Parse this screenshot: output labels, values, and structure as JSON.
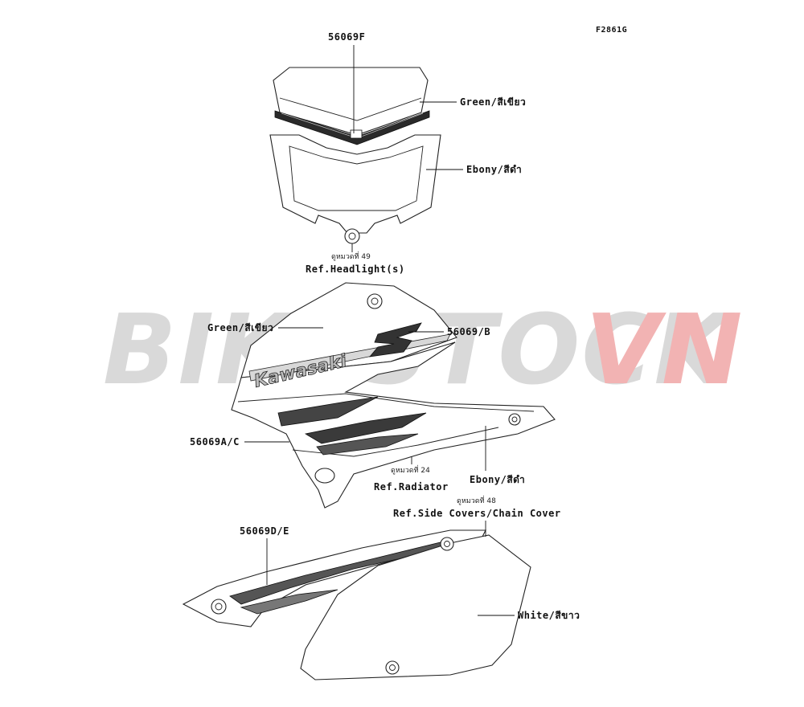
{
  "figure_code": "F2861G",
  "watermark": {
    "left": "BIKESTOCK",
    "right": "VN",
    "left_color": "#d9d9d9",
    "right_color": "#f2b3b3"
  },
  "headlight": {
    "part_no": "56069F",
    "green_label": "Green/สีเขียว",
    "ebony_label": "Ebony/สีดำ",
    "ref_thai": "ดูหมวดที่ 49",
    "ref": "Ref.Headlight(s)"
  },
  "radiator": {
    "green_label": "Green/สีเขียว",
    "part_no_b": "56069/B",
    "part_no_ac": "56069A/C",
    "brand_text": "Kawasaki",
    "ref_thai": "ดูหมวดที่ 24",
    "ref": "Ref.Radiator",
    "ebony_label": "Ebony/สีดำ"
  },
  "side_cover": {
    "ref_thai": "ดูหมวดที่ 48",
    "ref": "Ref.Side Covers/Chain Cover",
    "part_no": "56069D/E",
    "white_label": "White/สีขาว"
  }
}
